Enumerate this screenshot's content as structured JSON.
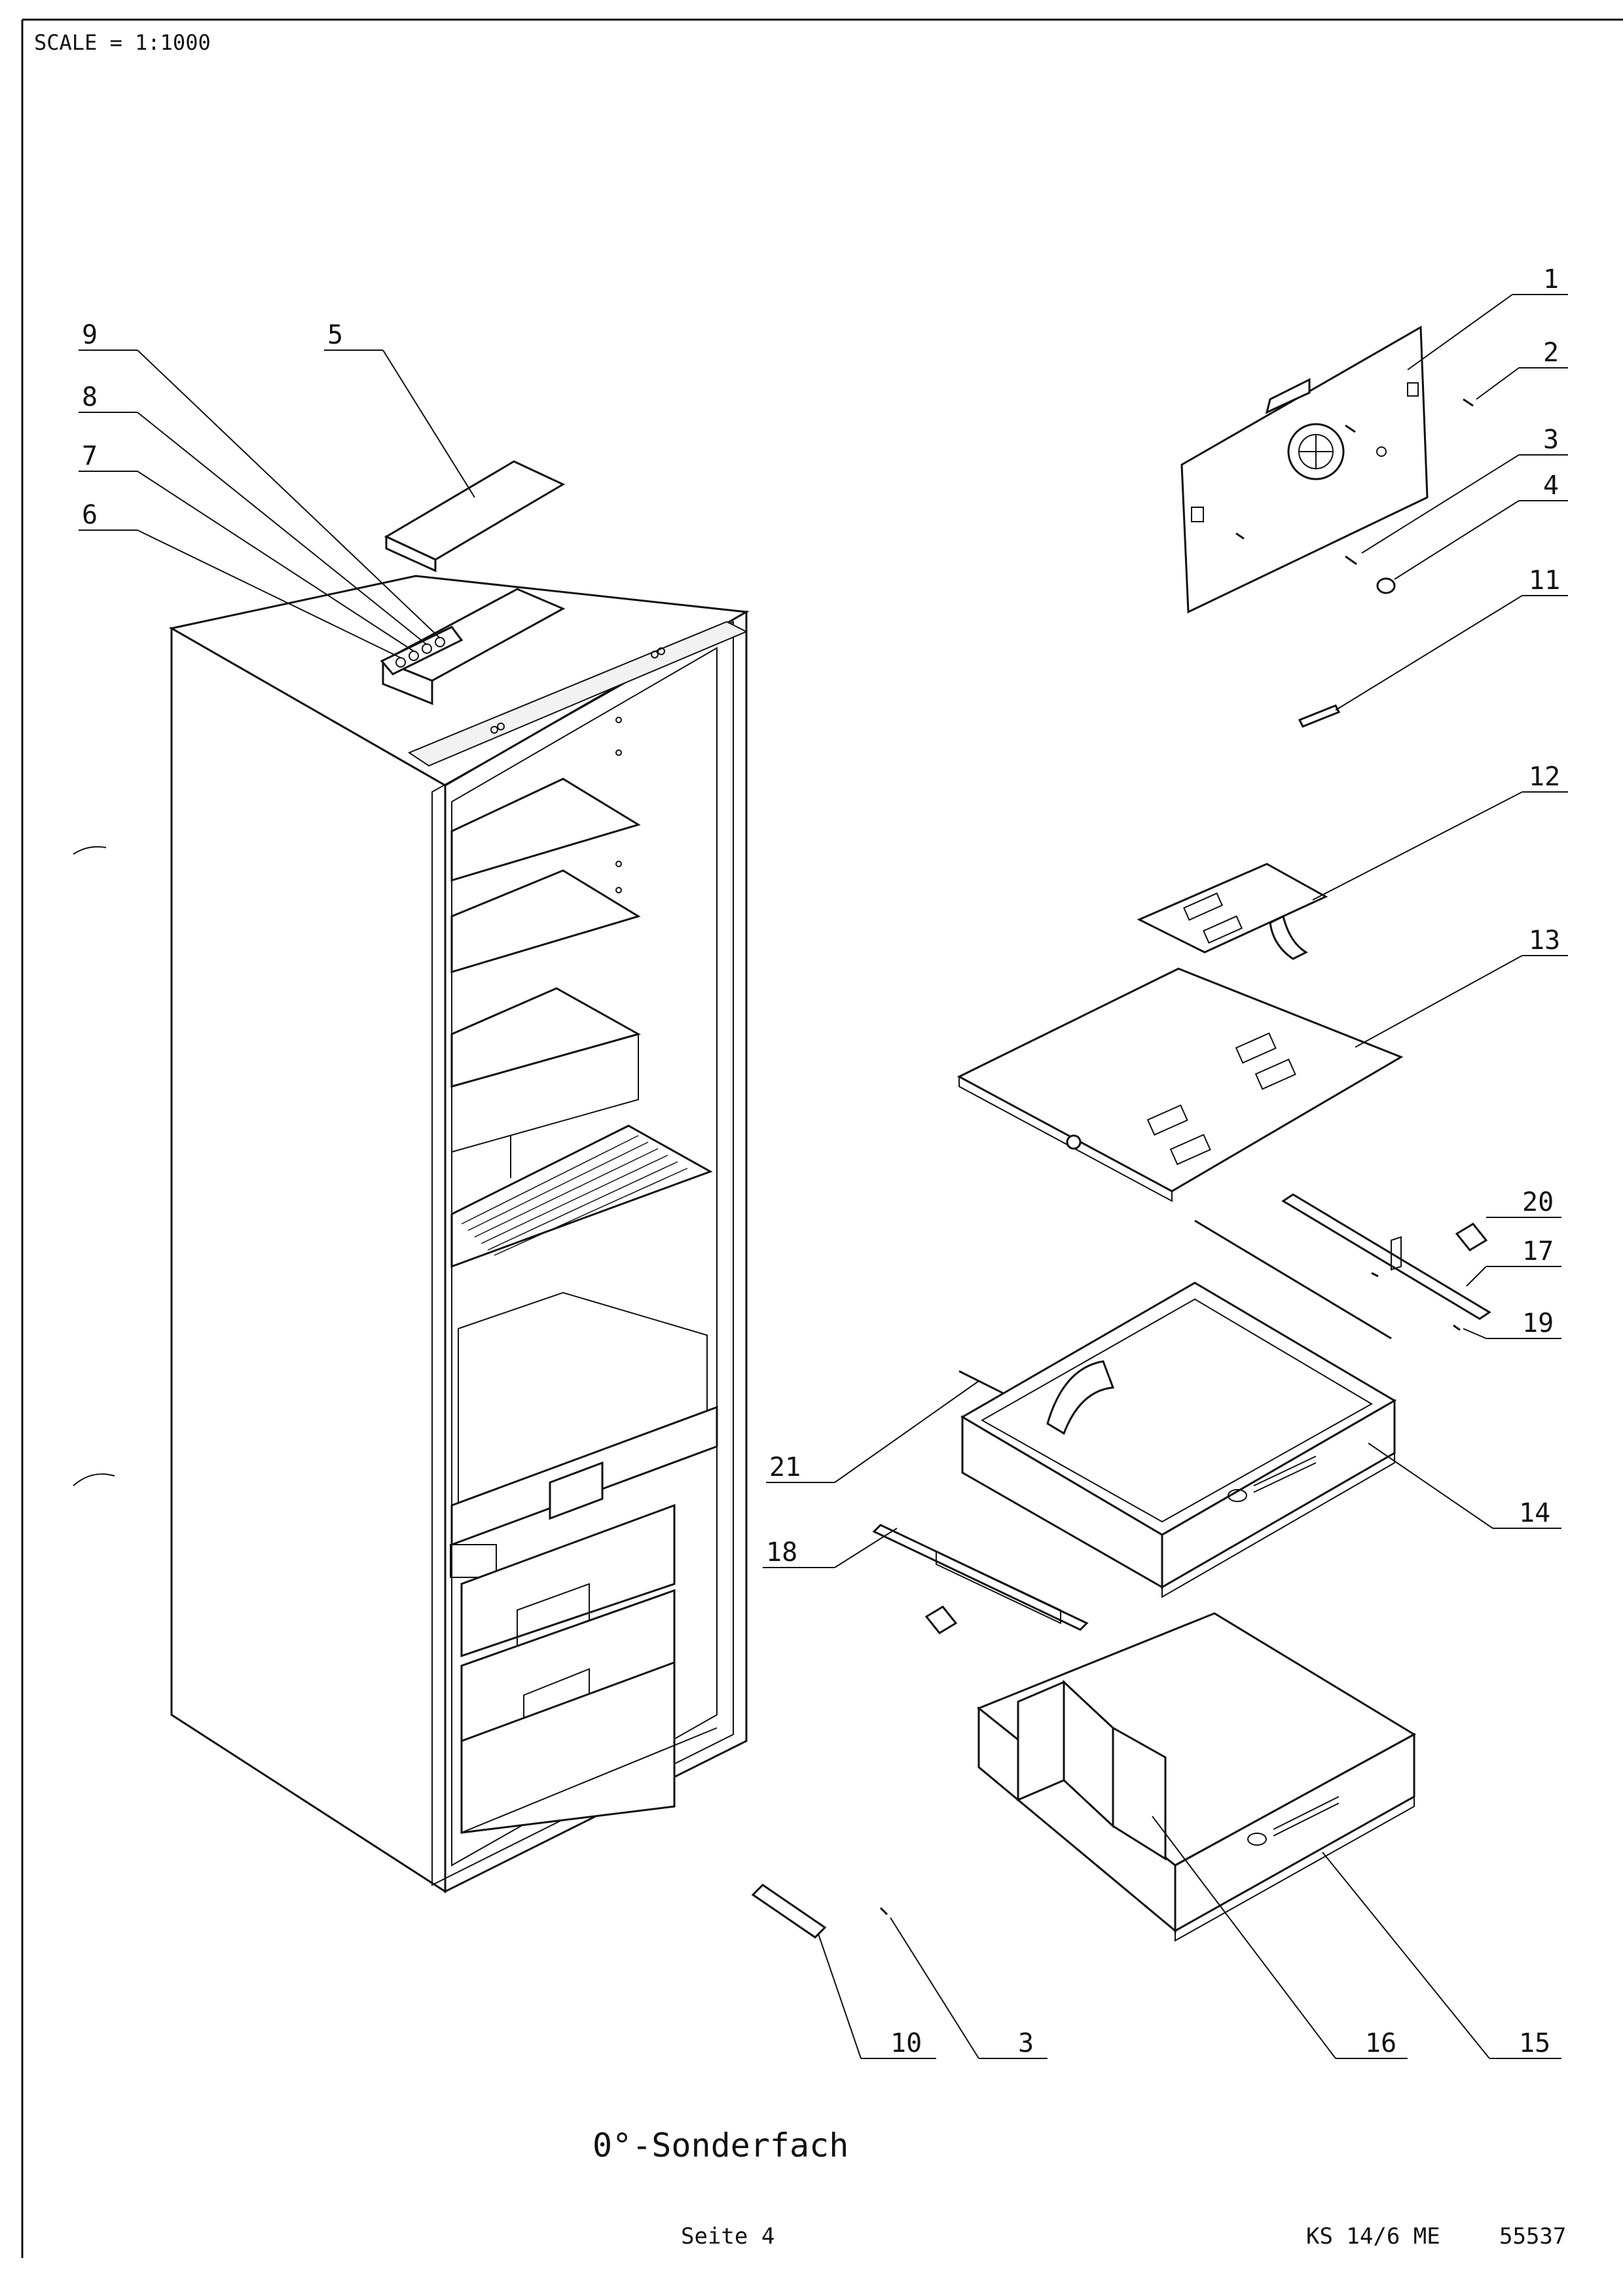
{
  "header": {
    "scale_text": "SCALE = 1:1000"
  },
  "drawing": {
    "title": "0°-Sonderfach",
    "footer_left": "Seite 4",
    "footer_right_model": "KS 14/6 ME",
    "footer_right_code": "55537"
  },
  "callouts": [
    {
      "id": "c1",
      "label": "1"
    },
    {
      "id": "c2",
      "label": "2"
    },
    {
      "id": "c3a",
      "label": "3"
    },
    {
      "id": "c4",
      "label": "4"
    },
    {
      "id": "c5",
      "label": "5"
    },
    {
      "id": "c6",
      "label": "6"
    },
    {
      "id": "c7",
      "label": "7"
    },
    {
      "id": "c8",
      "label": "8"
    },
    {
      "id": "c9",
      "label": "9"
    },
    {
      "id": "c10",
      "label": "10"
    },
    {
      "id": "c3b",
      "label": "3"
    },
    {
      "id": "c11",
      "label": "11"
    },
    {
      "id": "c12",
      "label": "12"
    },
    {
      "id": "c13",
      "label": "13"
    },
    {
      "id": "c14",
      "label": "14"
    },
    {
      "id": "c15",
      "label": "15"
    },
    {
      "id": "c16",
      "label": "16"
    },
    {
      "id": "c17",
      "label": "17"
    },
    {
      "id": "c18",
      "label": "18"
    },
    {
      "id": "c19",
      "label": "19"
    },
    {
      "id": "c20",
      "label": "20"
    },
    {
      "id": "c21",
      "label": "21"
    }
  ]
}
